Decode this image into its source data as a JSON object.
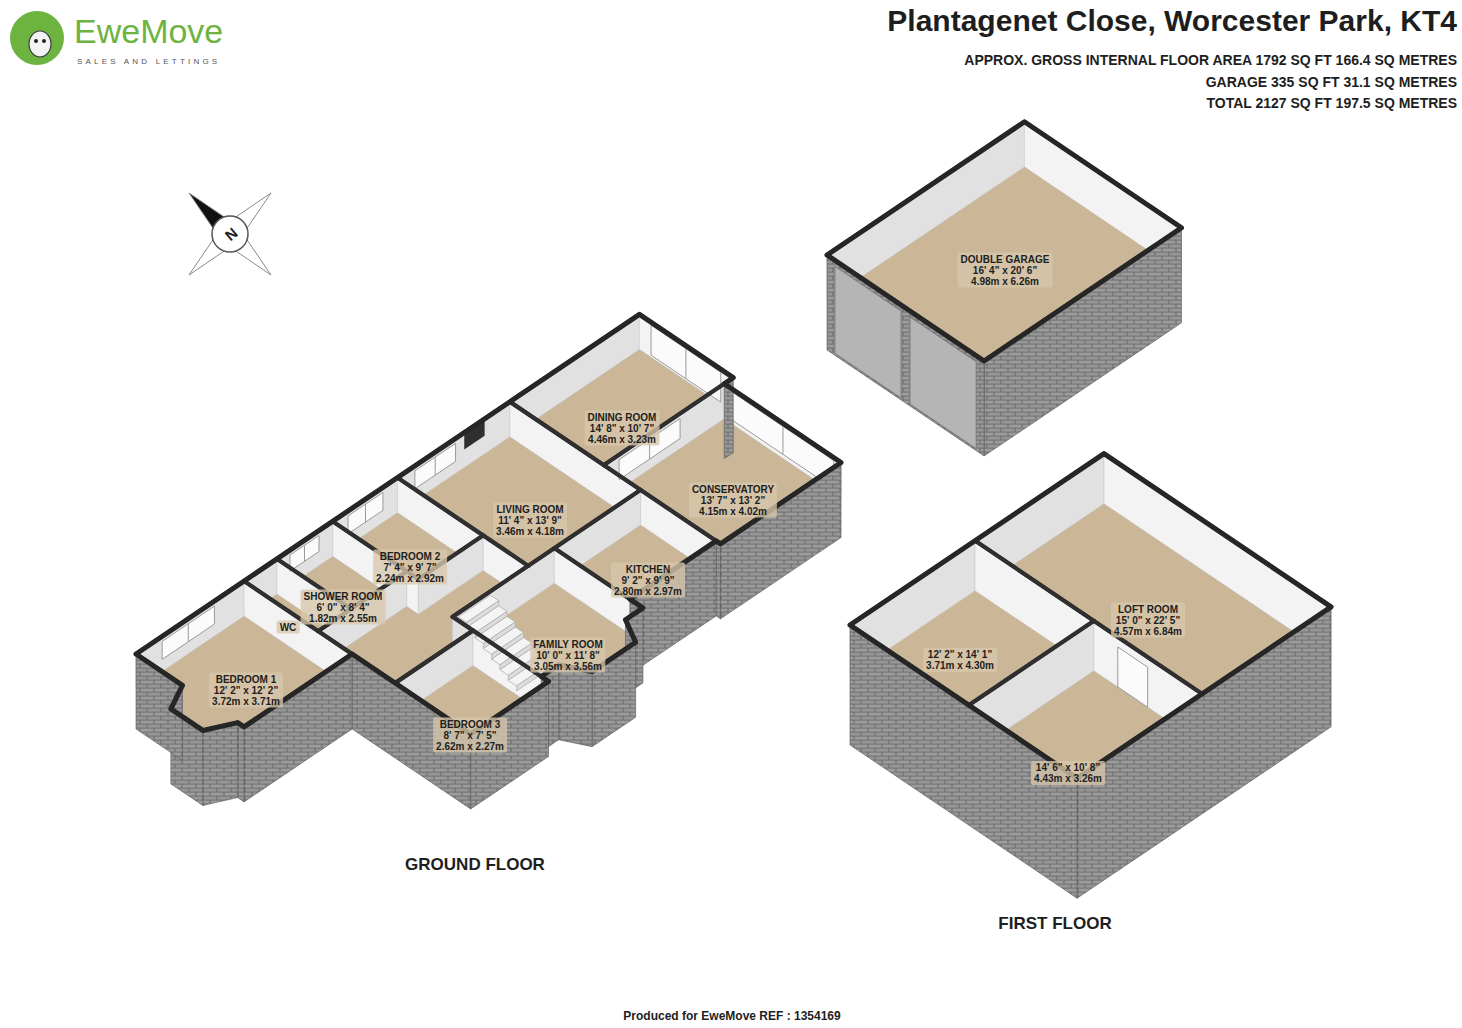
{
  "diagram": {
    "title": "Plantagenet Close, Worcester Park, KT4",
    "nodes": [
      {
        "text": [
          "DOUBLE GARAGE",
          "16' 4\" x 20' 6\"",
          "4.98m x 6.26m"
        ]
      },
      {
        "text": [
          "DINING ROOM",
          "14' 8\" x 10' 7\"",
          "4.46m x 3.23m"
        ]
      },
      {
        "text": [
          "CONSERVATORY",
          "13' 7\" x 13' 2\"",
          "4.15m x 4.02m"
        ]
      },
      {
        "text": [
          "LIVING ROOM",
          "11' 4\" x 13' 9\"",
          "3.46m x 4.18m"
        ]
      },
      {
        "text": [
          "BEDROOM 2",
          "7' 4\" x 9' 7\"",
          "2.24m x 2.92m"
        ]
      },
      {
        "text": [
          "SHOWER ROOM",
          "6' 0\" x 8' 4\"",
          "1.82m x 2.55m"
        ]
      },
      {
        "text": [
          "WC"
        ]
      },
      {
        "text": [
          "KITCHEN",
          "9' 2\" x 9' 9\"",
          "2.80m x 2.97m"
        ]
      },
      {
        "text": [
          "FAMILY ROOM",
          "10' 0\" x 11' 8\"",
          "3.05m x 3.56m"
        ]
      },
      {
        "text": [
          "BEDROOM 1",
          "12' 2\" x 12' 2\"",
          "3.72m x 3.71m"
        ]
      },
      {
        "text": [
          "LOFT ROOM",
          "15' 0\" x 22' 5\"",
          "4.57m x 6.84m"
        ]
      },
      {
        "text": [
          "12' 2\" x 14' 1\"",
          "3.71m x 4.30m"
        ]
      },
      {
        "text": [
          "BEDROOM 3",
          "8' 7\" x 7' 5\"",
          "2.62m x 2.27m"
        ]
      },
      {
        "text": [
          "14' 6\" x 10' 8\"",
          "4.43m x 3.26m"
        ]
      }
    ],
    "labels": [
      "APPROX. GROSS INTERNAL FLOOR AREA 1792 SQ FT 166.4 SQ METRES",
      "GARAGE 335 SQ FT 31.1 SQ METRES",
      "TOTAL 2127 SQ FT 197.5 SQ METRES",
      "GROUND FLOOR",
      "FIRST FLOOR",
      "Produced for EweMove REF : 1354169",
      "EweMove",
      "SALES AND LETTINGS",
      "N"
    ]
  }
}
